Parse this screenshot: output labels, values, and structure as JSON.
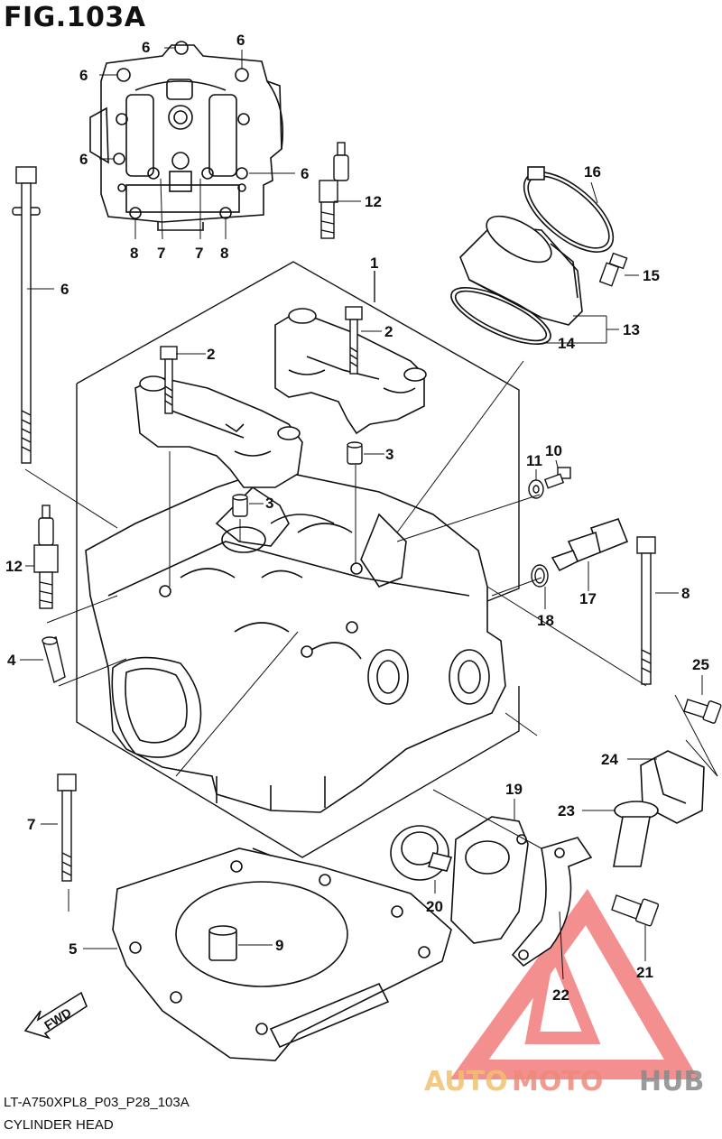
{
  "figure": {
    "title": "FIG.103A",
    "code": "LT-A750XPL8_P03_P28_103A",
    "name": "CYLINDER HEAD"
  },
  "fwd_label": "FWD",
  "watermark": {
    "part1": "AUTO",
    "part2": "MOTO",
    "part3": "HUB",
    "colors": {
      "auto": "#f0c070",
      "moto": "#ee8a7a",
      "hub": "#8a8a8a",
      "triangle": "#f06a6a"
    }
  },
  "callouts": {
    "c1": "1",
    "c2a": "2",
    "c2b": "2",
    "c3a": "3",
    "c3b": "3",
    "c4": "4",
    "c5": "5",
    "c6_top": "6",
    "c6_tr": "6",
    "c6_l1": "6",
    "c6_l2": "6",
    "c6_r": "6",
    "c6_bolt": "6",
    "c7a": "7",
    "c7b": "7",
    "c7_bolt": "7",
    "c8a": "8",
    "c8b": "8",
    "c8_bolt": "8",
    "c9": "9",
    "c10": "10",
    "c11": "11",
    "c12a": "12",
    "c12b": "12",
    "c13": "13",
    "c14": "14",
    "c15": "15",
    "c16": "16",
    "c17": "17",
    "c18": "18",
    "c19": "19",
    "c20": "20",
    "c21": "21",
    "c22": "22",
    "c23": "23",
    "c24": "24",
    "c25": "25"
  }
}
